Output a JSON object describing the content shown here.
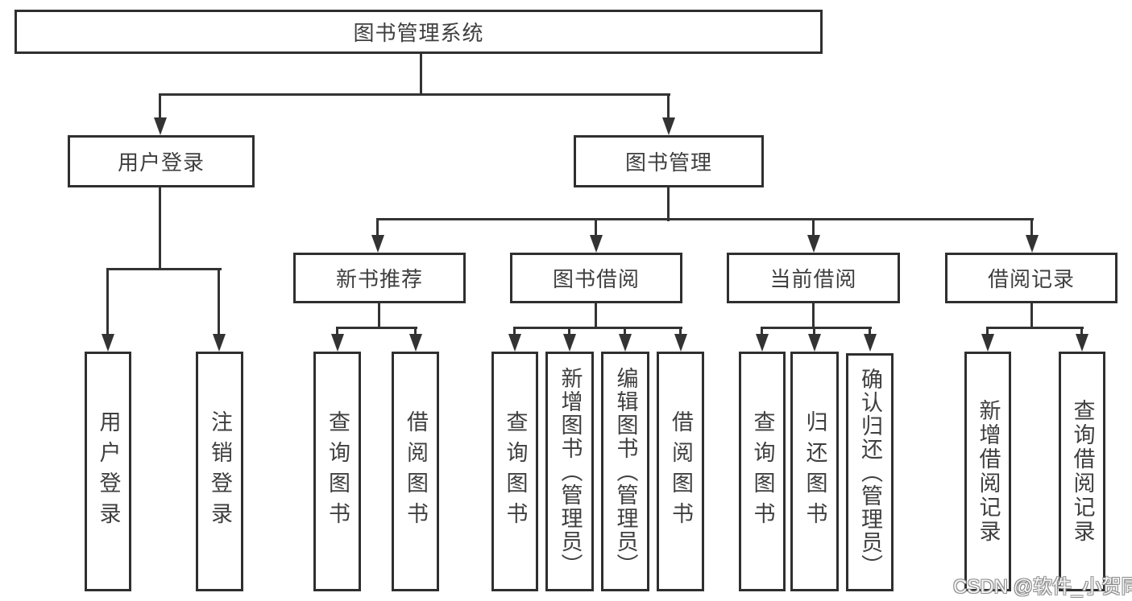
{
  "diagram": {
    "title": "图书管理系统",
    "root": "图书管理系统",
    "level2": [
      "用户登录",
      "图书管理"
    ],
    "level3": [
      "新书推荐",
      "图书借阅",
      "当前借阅",
      "借阅记录"
    ],
    "leaves": {
      "user_login": [
        "用户登录",
        "注销登录"
      ],
      "new_book": [
        "查询图书",
        "借阅图书"
      ],
      "book_borrow": [
        "查询图书",
        "新增图书（管理员）",
        "编辑图书（管理员）",
        "借阅图书"
      ],
      "current_borrow": [
        "查询图书",
        "归还图书",
        "确认归还（管理员）"
      ],
      "records": [
        "新增借阅记录",
        "查询借阅记录"
      ]
    }
  },
  "watermark": {
    "text": "CSDN @软件_小贺同学"
  },
  "colors": {
    "line": "#333333",
    "box_border": "#2f2f2f",
    "text": "#3f3f3f",
    "background": "#ffffff",
    "watermark_fill": "#ffffff",
    "watermark_outline": "#878787"
  }
}
